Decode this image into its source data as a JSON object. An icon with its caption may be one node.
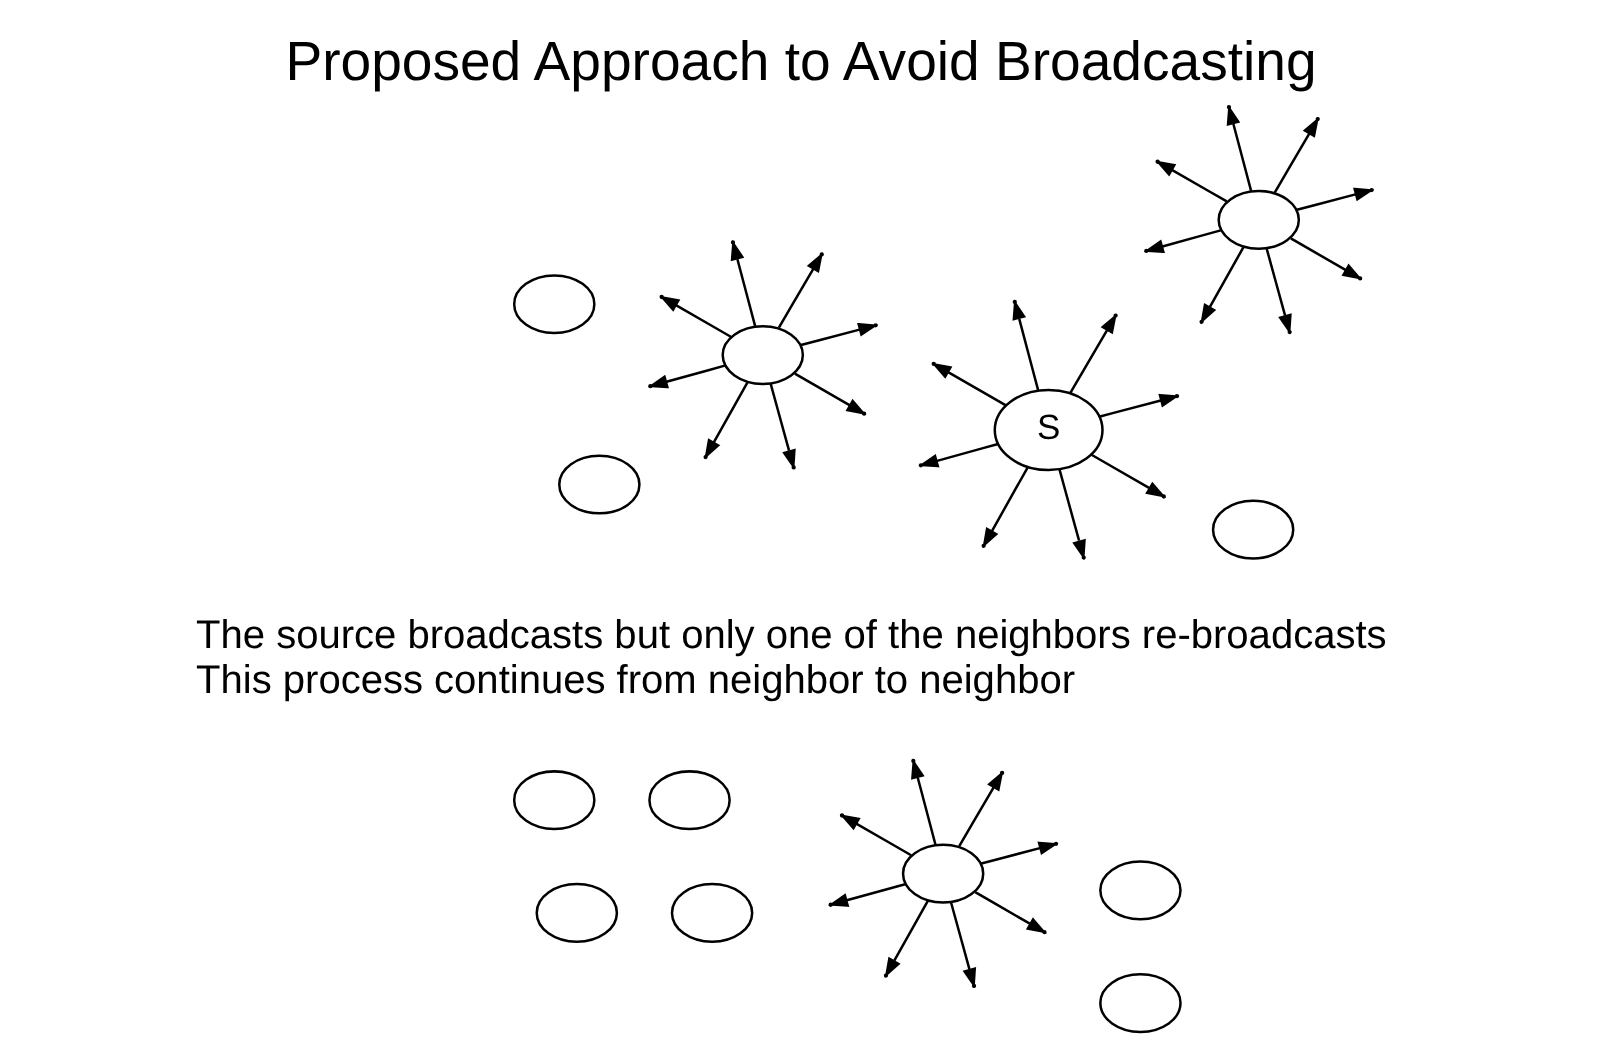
{
  "diagram": {
    "title": "Proposed Approach to Avoid Broadcasting",
    "nodes": [
      {
        "text": [],
        "shape": "circle"
      },
      {
        "text": [],
        "shape": "circle"
      },
      {
        "text": [],
        "shape": "circle"
      },
      {
        "text": [],
        "shape": "circle"
      },
      {
        "text": [],
        "shape": "circle"
      },
      {
        "text": [
          "S"
        ]
      },
      {
        "text": [],
        "shape": "circle"
      },
      {
        "text": [],
        "shape": "circle"
      },
      {
        "text": [],
        "shape": "circle"
      },
      {
        "text": [],
        "shape": "circle"
      },
      {
        "text": [],
        "shape": "circle"
      },
      {
        "text": [],
        "shape": "circle"
      },
      {
        "text": [],
        "shape": "circle"
      }
    ],
    "edges": [
      {
        "from": 5,
        "to": null,
        "arrow": "to"
      },
      {
        "from": 5,
        "to": null,
        "arrow": "to"
      },
      {
        "from": 5,
        "to": null,
        "arrow": "to"
      },
      {
        "from": 5,
        "to": null,
        "arrow": "to"
      },
      {
        "from": 5,
        "to": null,
        "arrow": "to"
      },
      {
        "from": 5,
        "to": null,
        "arrow": "to"
      },
      {
        "from": 5,
        "to": null,
        "arrow": "to"
      },
      {
        "from": 5,
        "to": null,
        "arrow": "to"
      },
      {
        "from": 8,
        "to": null,
        "arrow": "to"
      },
      {
        "from": 8,
        "to": null,
        "arrow": "to"
      },
      {
        "from": 8,
        "to": null,
        "arrow": "to"
      },
      {
        "from": 8,
        "to": null,
        "arrow": "to"
      },
      {
        "from": 8,
        "to": null,
        "arrow": "to"
      },
      {
        "from": 8,
        "to": null,
        "arrow": "to"
      },
      {
        "from": 8,
        "to": null,
        "arrow": "to"
      },
      {
        "from": 8,
        "to": null,
        "arrow": "to"
      },
      {
        "from": 9,
        "to": null,
        "arrow": "to"
      },
      {
        "from": 9,
        "to": null,
        "arrow": "to"
      },
      {
        "from": 9,
        "to": null,
        "arrow": "to"
      },
      {
        "from": 9,
        "to": null,
        "arrow": "to"
      },
      {
        "from": 9,
        "to": null,
        "arrow": "to"
      },
      {
        "from": 9,
        "to": null,
        "arrow": "to"
      },
      {
        "from": 9,
        "to": null,
        "arrow": "to"
      },
      {
        "from": 9,
        "to": null,
        "arrow": "to"
      },
      {
        "from": 10,
        "to": null,
        "arrow": "to"
      },
      {
        "from": 10,
        "to": null,
        "arrow": "to"
      },
      {
        "from": 10,
        "to": null,
        "arrow": "to"
      },
      {
        "from": 10,
        "to": null,
        "arrow": "to"
      },
      {
        "from": 10,
        "to": null,
        "arrow": "to"
      },
      {
        "from": 10,
        "to": null,
        "arrow": "to"
      },
      {
        "from": 10,
        "to": null,
        "arrow": "to"
      },
      {
        "from": 10,
        "to": null,
        "arrow": "to"
      }
    ],
    "labels": [
      "The source broadcasts but only one of the neighbors re-broadcasts",
      "This process continues from neighbor to neighbor"
    ]
  }
}
